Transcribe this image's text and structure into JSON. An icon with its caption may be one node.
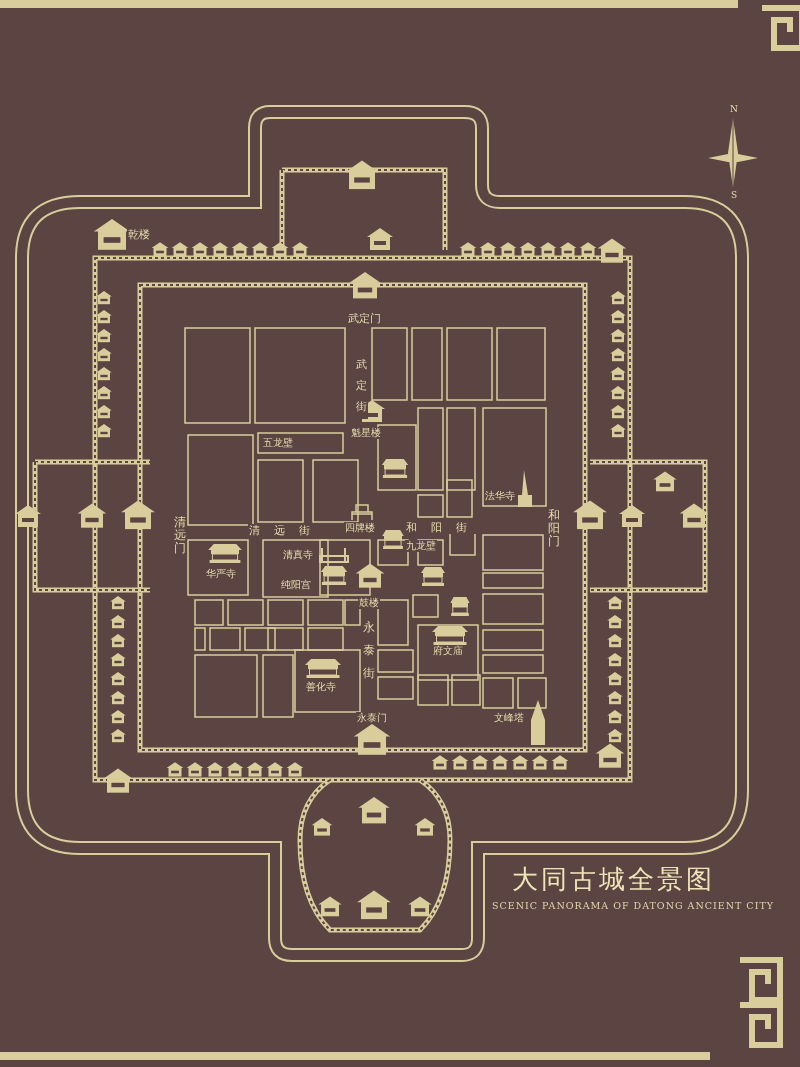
{
  "diagram": {
    "title": "大同古城全景图",
    "caption": "SCENIC PANORAMA OF DATONG ANCIENT CITY",
    "labels": [
      "N",
      "S",
      "乾楼",
      "武定门",
      "武定街",
      "魁星楼",
      "五龙壁",
      "法华寺",
      "和阳街",
      "清远街",
      "清远门",
      "和阳门",
      "四牌楼",
      "清真寺",
      "九龙壁",
      "华严寺",
      "纯阳宫",
      "鼓楼",
      "永泰街",
      "府文庙",
      "善化寺",
      "永泰门",
      "文峰塔"
    ]
  }
}
